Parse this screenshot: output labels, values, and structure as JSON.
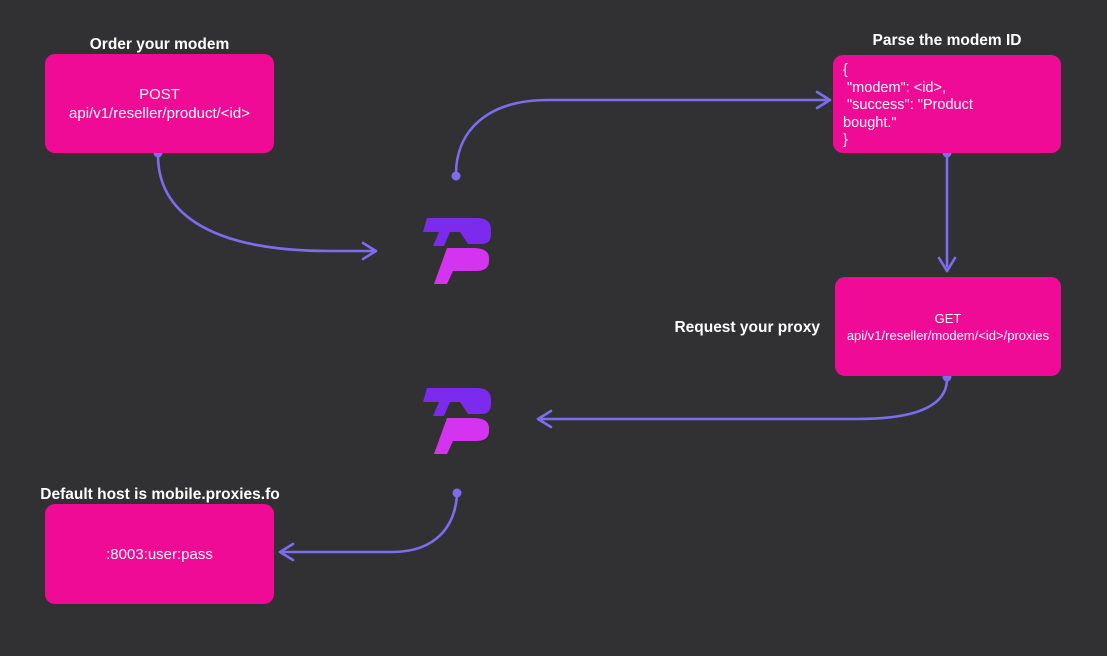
{
  "colors": {
    "canvas_bg": "#313133",
    "box_pink": "#f00b96",
    "arrow_purple": "#7d6cee",
    "logo_violet": "#7c2bee",
    "logo_magenta": "#d433f0",
    "text_white": "#ffffff"
  },
  "icons": {
    "logo": "proxies-fo-brand-mark"
  },
  "nodes": {
    "order": {
      "title": "Order your modem",
      "line1": "POST",
      "line2": "api/v1/reseller/product/<id>"
    },
    "parse": {
      "title": "Parse the modem ID",
      "code": [
        "{",
        " \"modem\": <id>,",
        " \"success\": \"Product",
        "bought.\"",
        "}"
      ]
    },
    "request": {
      "title": "Request your proxy",
      "line1": "GET",
      "line2": "api/v1/reseller/modem/<id>/proxies"
    },
    "host": {
      "title": "Default host is mobile.proxies.fo",
      "line1": ":8003:user:pass"
    }
  }
}
